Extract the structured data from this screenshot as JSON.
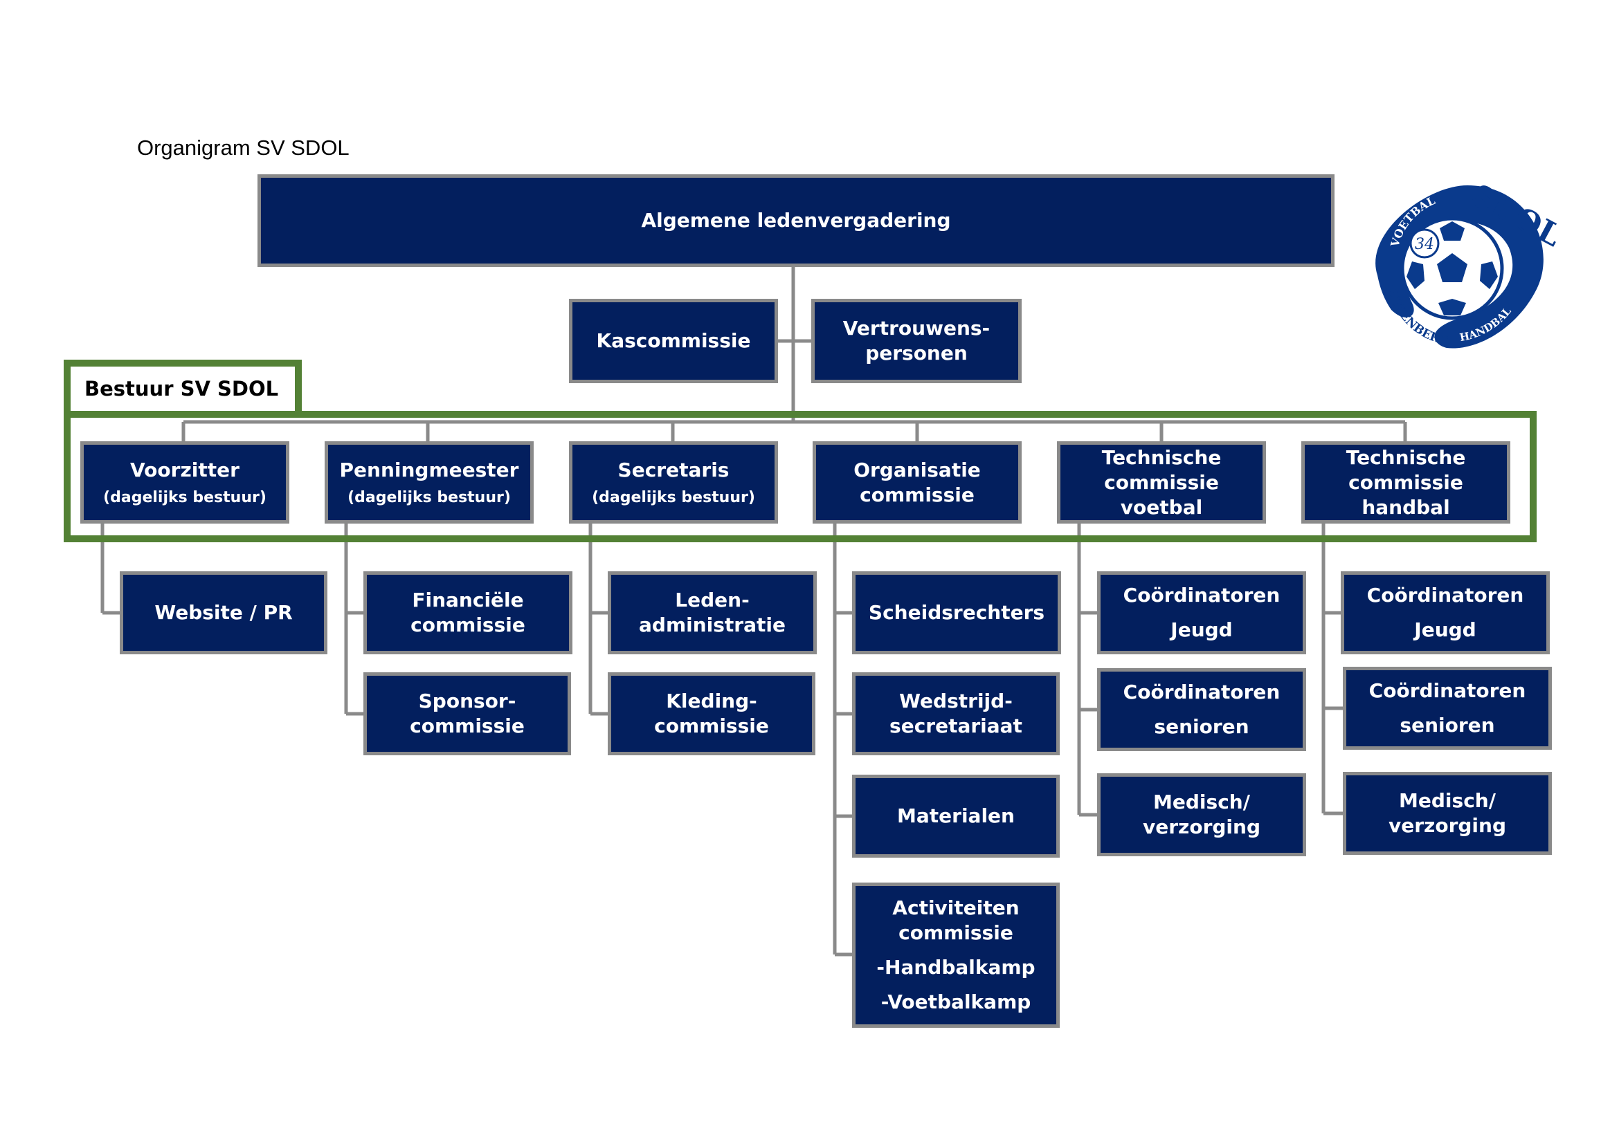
{
  "title": "Organigram SV SDOL",
  "root": "Algemene ledenvergadering",
  "advisory": {
    "kas": "Kascommissie",
    "vertrouwens": [
      "Vertrouwens-",
      "personen"
    ]
  },
  "bestuur_label": "Bestuur SV SDOL",
  "bestuur": {
    "voorzitter": {
      "title": "Voorzitter",
      "sub": "(dagelijks bestuur)"
    },
    "penning": {
      "title": "Penningmeester",
      "sub": "(dagelijks bestuur)"
    },
    "secretaris": {
      "title": "Secretaris",
      "sub": "(dagelijks bestuur)"
    },
    "organisatie": [
      "Organisatie",
      "commissie"
    ],
    "tech_voetbal": [
      "Technische",
      "commissie voetbal"
    ],
    "tech_handbal": [
      "Technische",
      "commissie",
      "handbal"
    ]
  },
  "sub": {
    "website": "Website / PR",
    "financiele": [
      "Financiële",
      "commissie"
    ],
    "sponsor": [
      "Sponsor-",
      "commissie"
    ],
    "leden": [
      "Leden-",
      "administratie"
    ],
    "kleding": [
      "Kleding-",
      "commissie"
    ],
    "scheids": "Scheidsrechters",
    "wedstrijd": [
      "Wedstrijd-",
      "secretariaat"
    ],
    "materialen": "Materialen",
    "activiteiten": [
      "Activiteiten",
      "commissie",
      "-Handbalkamp",
      "-Voetbalkamp"
    ],
    "cv_jeugd": [
      "Coördinatoren",
      "Jeugd"
    ],
    "cv_senioren": [
      "Coördinatoren",
      "senioren"
    ],
    "cv_medisch": [
      "Medisch/",
      "verzorging"
    ],
    "ch_jeugd": [
      "Coördinatoren",
      "Jeugd"
    ],
    "ch_senioren": [
      "Coördinatoren",
      "senioren"
    ],
    "ch_medisch": [
      "Medisch/",
      "verzorging"
    ]
  },
  "logo": {
    "text_main": "SDOL",
    "text_voetbal": "VOETBAL",
    "text_handbal": "HANDBAL",
    "text_luttenberg": "LUTTENBERG",
    "number": "34"
  },
  "colors": {
    "box": "#031f5e",
    "border": "#8a8a8a",
    "frame": "#538135",
    "line": "#8a8a8a"
  }
}
